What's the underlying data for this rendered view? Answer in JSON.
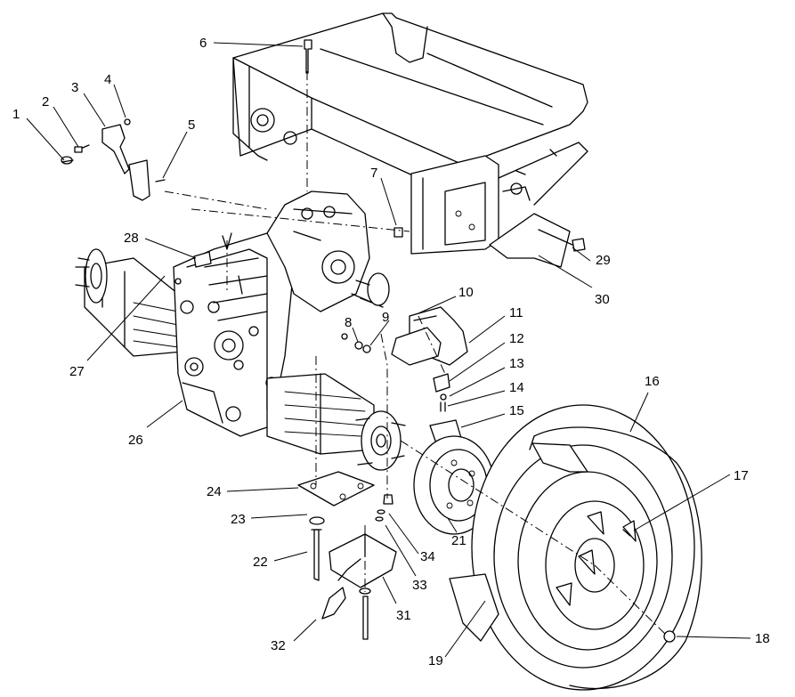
{
  "callouts": [
    "1",
    "2",
    "3",
    "4",
    "5",
    "6",
    "7",
    "8",
    "9",
    "10",
    "11",
    "12",
    "13",
    "14",
    "15",
    "16",
    "17",
    "18",
    "19",
    "21",
    "22",
    "23",
    "24",
    "26",
    "27",
    "28",
    "29",
    "30",
    "31",
    "32",
    "33",
    "34"
  ]
}
